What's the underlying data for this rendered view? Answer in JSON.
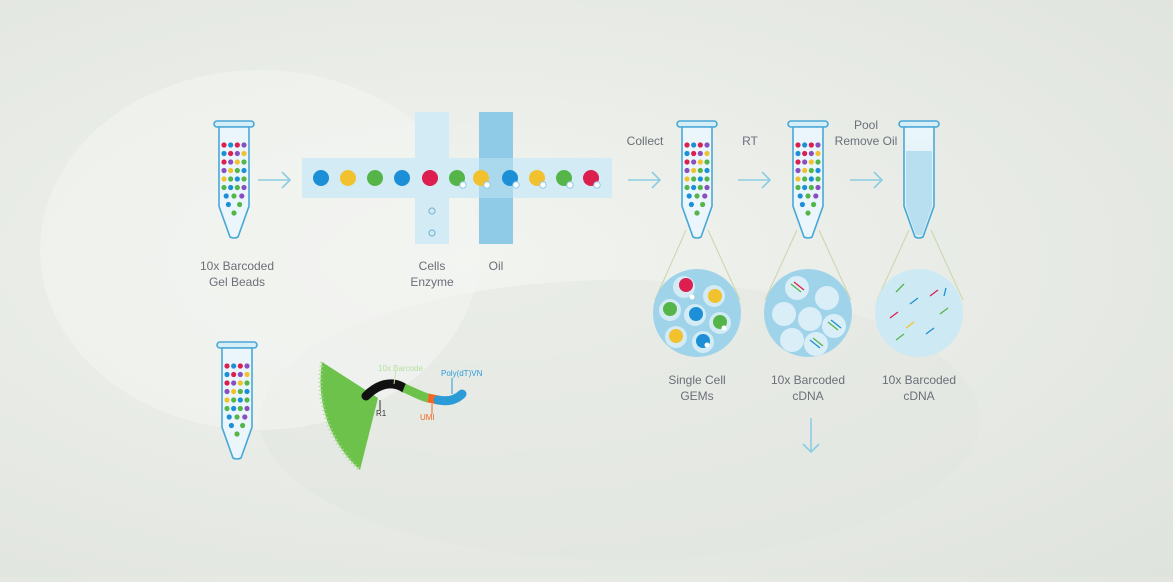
{
  "labels": {
    "gel_beads_line1": "10x Barcoded",
    "gel_beads_line2": "Gel Beads",
    "cells_line1": "Cells",
    "cells_line2": "Enzyme",
    "oil": "Oil",
    "collect": "Collect",
    "rt": "RT",
    "pool_line1": "Pool",
    "pool_line2": "Remove Oil",
    "gems_line1": "Single Cell",
    "gems_line2": "GEMs",
    "cdna1_line1": "10x Barcoded",
    "cdna1_line2": "cDNA",
    "cdna2_line1": "10x Barcoded",
    "cdna2_line2": "cDNA"
  },
  "bead_detail": {
    "barcode": "10x Barcode",
    "r1": "R1",
    "umi": "UMI",
    "polyt": "Poly(dT)VN"
  },
  "colors": {
    "blue": "#1d8fd6",
    "yellow": "#f2c12e",
    "green": "#55b548",
    "red": "#dc1f4e",
    "purple": "#8a4fbf",
    "channel": "#cfe8f3",
    "bead_green": "#6cc24a",
    "umi_orange": "#f26522",
    "polyt_blue": "#2b9bd8",
    "arrow": "#8ccde4"
  },
  "channel_droplets": [
    "blue",
    "yellow",
    "green",
    "blue",
    "red",
    "green",
    "yellow",
    "blue",
    "yellow",
    "green",
    "red"
  ]
}
